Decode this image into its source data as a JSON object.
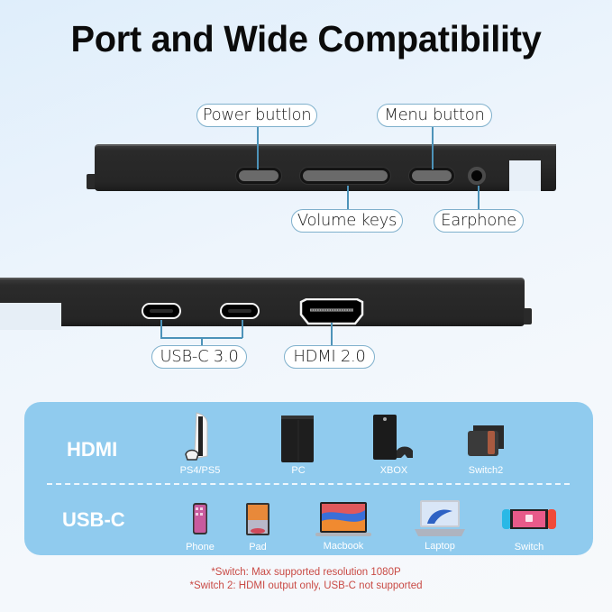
{
  "title": "Port and Wide Compatibility",
  "top_edge": {
    "callouts": {
      "power": "Power buttlon",
      "menu": "Menu button",
      "volume": "Volume keys",
      "earphone": "Earphone"
    }
  },
  "bottom_edge": {
    "callouts": {
      "usbc": "USB-C 3.0",
      "hdmi": "HDMI 2.0"
    }
  },
  "compatibility": {
    "hdmi_row": {
      "label": "HDMI",
      "devices": [
        "PS4/PS5",
        "PC",
        "XBOX",
        "Switch2"
      ]
    },
    "usbc_row": {
      "label": "USB-C",
      "devices": [
        "Phone",
        "Pad",
        "Macbook",
        "Laptop",
        "Switch"
      ]
    },
    "panel_color": "#90cbee"
  },
  "notes": [
    "*Switch: Max supported resolution 1080P",
    "*Switch 2: HDMI output only, USB-C not supported"
  ],
  "colors": {
    "callout_border": "#7fb0cc",
    "callout_line": "#4d93b9",
    "note_text": "#c94a45"
  }
}
